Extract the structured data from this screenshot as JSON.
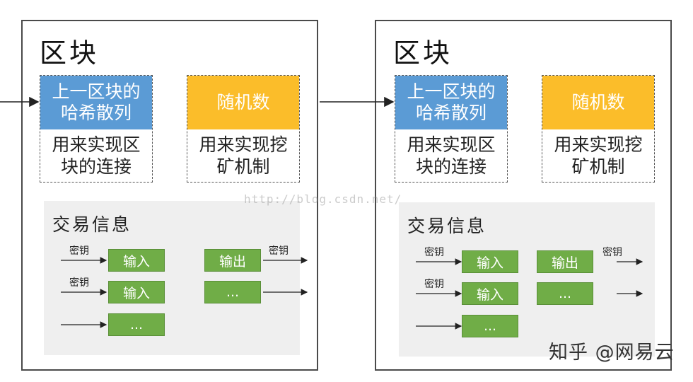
{
  "blocks": [
    {
      "title": "区块",
      "prev_hash": {
        "head": "上一区块的哈希散列",
        "body": "用来实现区块的连接"
      },
      "nonce": {
        "head": "随机数",
        "body": "用来实现挖矿机制"
      },
      "transactions": {
        "title": "交易信息",
        "inputs": [
          "输入",
          "输入",
          "..."
        ],
        "outputs": [
          "输出",
          "..."
        ],
        "key_labels": [
          "密钥",
          "密钥",
          "密钥"
        ]
      }
    },
    {
      "title": "区块",
      "prev_hash": {
        "head": "上一区块的哈希散列",
        "body": "用来实现区块的连接"
      },
      "nonce": {
        "head": "随机数",
        "body": "用来实现挖矿机制"
      },
      "transactions": {
        "title": "交易信息",
        "inputs": [
          "输入",
          "输入",
          "..."
        ],
        "outputs": [
          "输出",
          "..."
        ],
        "key_labels": [
          "密钥",
          "密钥",
          "密钥"
        ]
      }
    }
  ],
  "watermark": "http://blog.csdn.net/",
  "attribution": "知乎 @网易云",
  "colors": {
    "hash_box": "#5b9bd5",
    "nonce_box": "#fbbd2a",
    "tx_box": "#70ad47",
    "tx_bg": "#efefef"
  }
}
